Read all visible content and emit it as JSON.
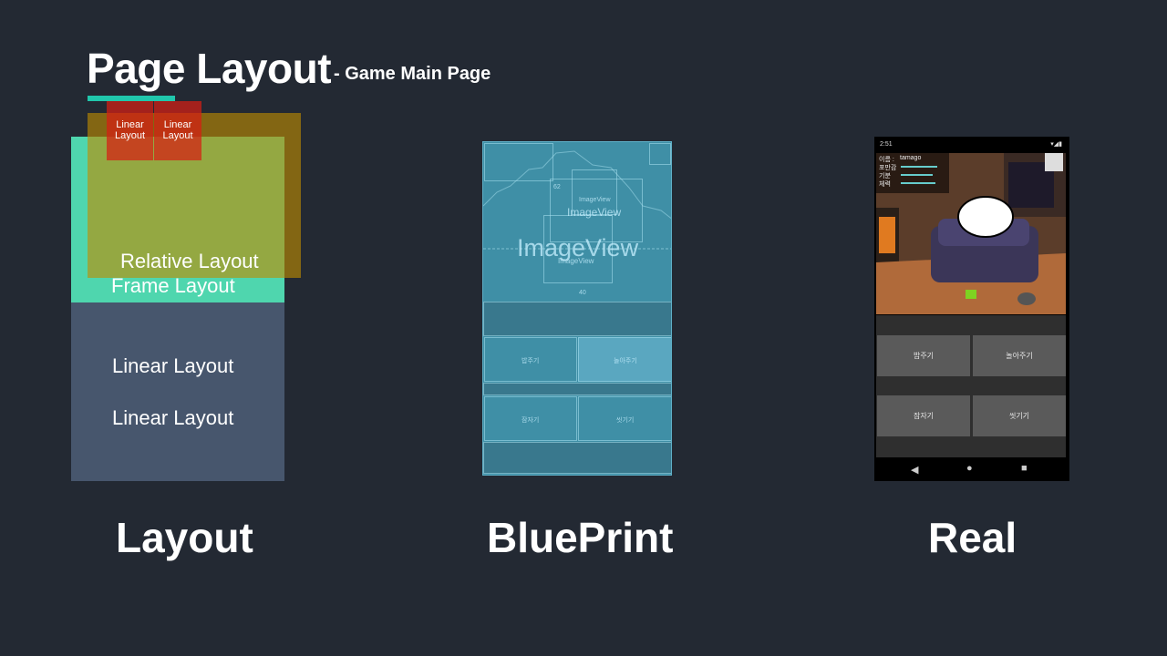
{
  "header": {
    "title": "Page Layout",
    "subtitle": "- Game Main Page"
  },
  "layout": {
    "linear_small_1": [
      "Linear",
      "Layout"
    ],
    "linear_small_2": [
      "Linear",
      "Layout"
    ],
    "relative": "Relative Layout",
    "frame": "Frame Layout",
    "linear_1": "Linear Layout",
    "linear_2": "Linear Layout"
  },
  "blueprint": {
    "imageview_big": "ImageView",
    "imageview_mid": "ImageView",
    "imageview_small_top": "ImageView",
    "imageview_small_bottom": "ImageView",
    "dim_top": "62",
    "dim_bottom": "40",
    "buttons": [
      "밥주기",
      "놀아주기",
      "잠자기",
      "씻기기"
    ]
  },
  "real": {
    "time": "2:51",
    "name_label": "이름 :",
    "name_value": "tamago",
    "stats": [
      "포만감",
      "기분",
      "체력"
    ],
    "buttons": [
      "밥주기",
      "놀아주기",
      "잠자기",
      "씻기기"
    ]
  },
  "bottom_labels": {
    "layout": "Layout",
    "blueprint": "BluePrint",
    "real": "Real"
  },
  "colors": {
    "background": "#232933",
    "accent": "#20c7ac",
    "frame": "#4fd6ae",
    "linear": "#47566d",
    "blueprint": "#3f8fa6"
  }
}
